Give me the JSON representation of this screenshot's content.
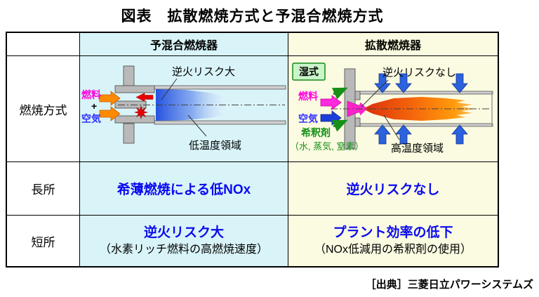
{
  "title": "図表　拡散燃焼方式と予混合燃焼方式",
  "source": "［出典］三菱日立パワーシステムズ",
  "table": {
    "columns": {
      "premixed": "予混合燃焼器",
      "diffusion": "拡散燃焼器"
    },
    "rows": {
      "method": "燃焼方式",
      "pros": "長所",
      "cons": "短所"
    },
    "premixed": {
      "fuel": "燃料",
      "plus": "+",
      "air": "空気",
      "flashback": "逆火リスク大",
      "low_temp": "低温度領域",
      "pro": "希薄燃焼による低NOx",
      "con": "逆火リスク大",
      "con_note": "（水素リッチ燃料の高燃焼速度）"
    },
    "diffusion": {
      "wet_badge": "湿式",
      "fuel": "燃料",
      "air": "空気",
      "diluent": "希釈剤",
      "diluent_note": "（水, 蒸気, 窒素）",
      "no_flashback": "逆火リスクなし",
      "high_temp": "高温度領域",
      "pro": "逆火リスクなし",
      "con": "プラント効率の低下",
      "con_note": "（NOx低減用の希釈剤の使用）"
    }
  },
  "colors": {
    "premixed_bg": "#d9f4f8",
    "diffusion_bg": "#fbfbe1",
    "accent_blue_text": "#0a0aef",
    "fuel_magenta": "#ff00dd",
    "air_blue": "#3030ff",
    "diluent_green": "#189018",
    "inlet_orange": "#ff8a00",
    "inflow_arrow_blue": "#2b62dd",
    "structure_gray": "#b9b9b9"
  }
}
